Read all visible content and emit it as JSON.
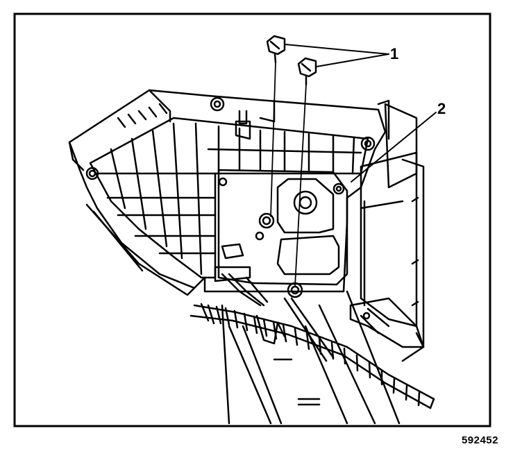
{
  "callouts": {
    "fasteners": "1",
    "actuator": "2"
  },
  "figure_id": "592452"
}
